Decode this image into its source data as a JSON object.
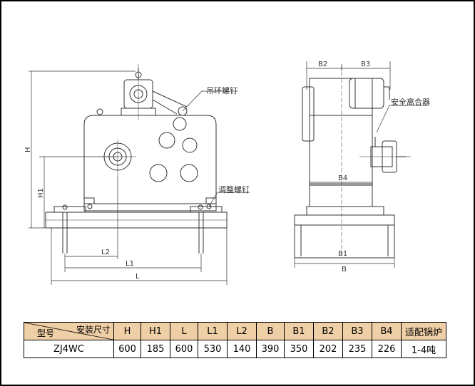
{
  "labels": {
    "lifting_bolt": "吊环螺钉",
    "adjusting_bolt": "调整螺钉",
    "safety_clutch": "安全离合器"
  },
  "dimensions_front": {
    "H": "H",
    "H1": "H1",
    "L": "L",
    "L1": "L1",
    "L2": "L2"
  },
  "dimensions_side": {
    "B": "B",
    "B1": "B1",
    "B2": "B2",
    "B3": "B3",
    "B4": "B4"
  },
  "table": {
    "corner_top": "安装尺寸",
    "corner_bottom": "型号",
    "columns": [
      "H",
      "H1",
      "L",
      "L1",
      "L2",
      "B",
      "B1",
      "B2",
      "B3",
      "B4",
      "适配锅炉"
    ],
    "rows": [
      {
        "model": "ZJ4WC",
        "values": [
          "600",
          "185",
          "600",
          "530",
          "140",
          "390",
          "350",
          "202",
          "235",
          "226",
          "1-4吨"
        ]
      }
    ]
  },
  "colors": {
    "header_bg": "#efcfa6",
    "line": "#333333"
  }
}
